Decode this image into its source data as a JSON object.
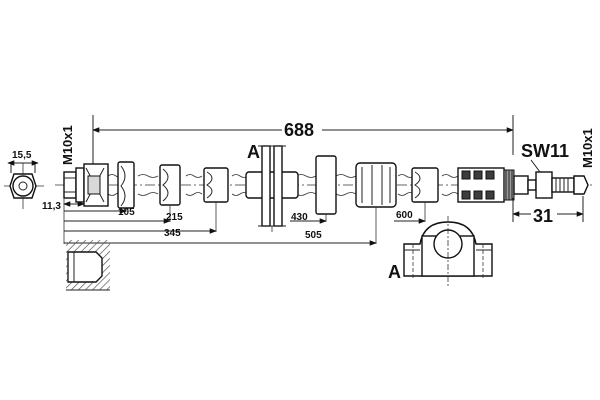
{
  "dimensions": {
    "overall_length": "688",
    "end_fitting_length": "31",
    "dim_105": "105",
    "dim_215": "215",
    "dim_345": "345",
    "dim_430": "430",
    "dim_505": "505",
    "dim_600": "600",
    "dim_11_3": "11,3",
    "end_diameter": "15,5"
  },
  "thread_left": "M10x1",
  "thread_right": "M10x1",
  "wrench_size": "SW11",
  "section_label_main": "A",
  "section_label_detail": "A"
}
